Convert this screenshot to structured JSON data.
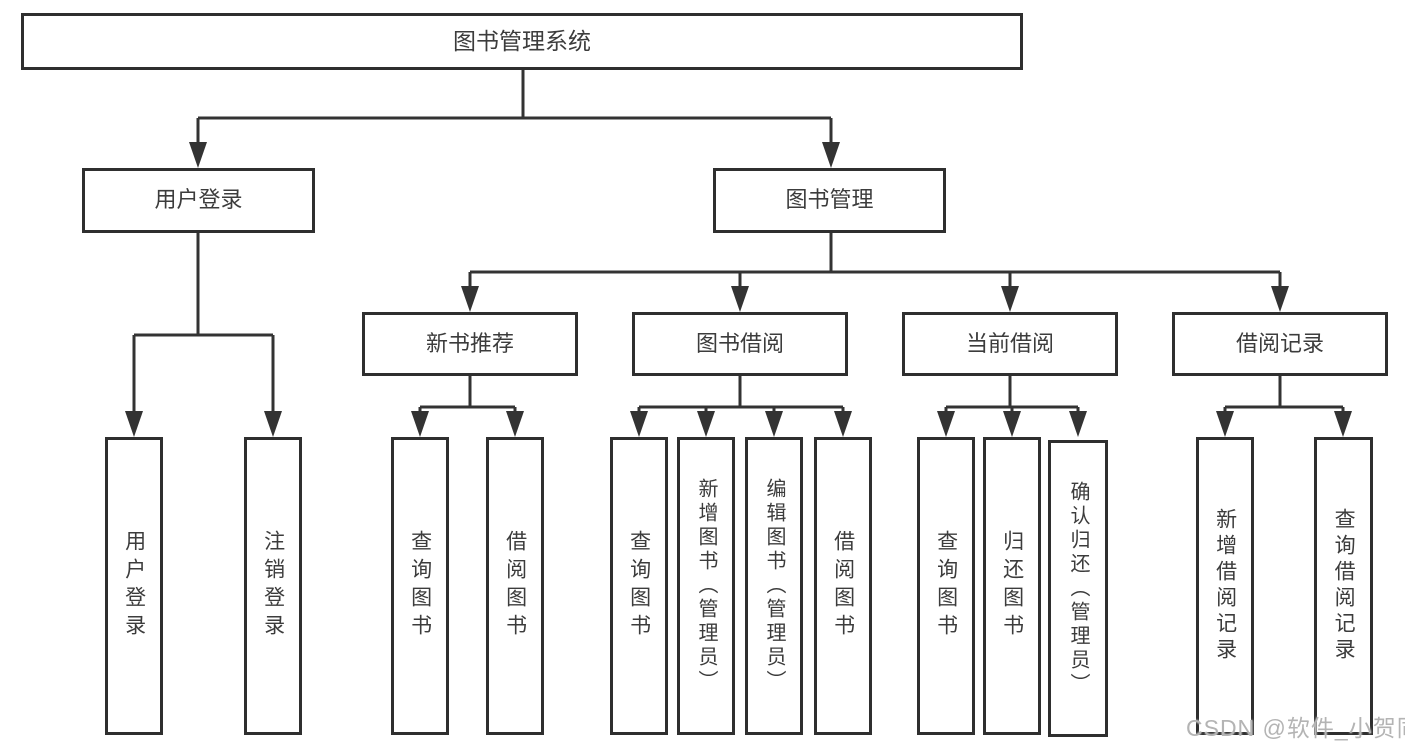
{
  "tree": {
    "label": "图书管理系统",
    "children": [
      {
        "label": "用户登录",
        "children": [
          {
            "label": "用户登录"
          },
          {
            "label": "注销登录"
          }
        ]
      },
      {
        "label": "图书管理",
        "children": [
          {
            "label": "新书推荐",
            "children": [
              {
                "label": "查询图书"
              },
              {
                "label": "借阅图书"
              }
            ]
          },
          {
            "label": "图书借阅",
            "children": [
              {
                "label": "查询图书"
              },
              {
                "label": "新增图书（管理员）"
              },
              {
                "label": "编辑图书（管理员）"
              },
              {
                "label": "借阅图书"
              }
            ]
          },
          {
            "label": "当前借阅",
            "children": [
              {
                "label": "查询图书"
              },
              {
                "label": "归还图书"
              },
              {
                "label": "确认归还（管理员）"
              }
            ]
          },
          {
            "label": "借阅记录",
            "children": [
              {
                "label": "新增借阅记录"
              },
              {
                "label": "查询借阅记录"
              }
            ]
          }
        ]
      }
    ]
  },
  "watermark": {
    "text": "CSDN @软件_小贺同学"
  },
  "colors": {
    "line": "#333333",
    "box_border": "#2f2f2f",
    "text": "#3c3c3c",
    "watermark": "#b4b4b4",
    "background": "#ffffff"
  }
}
